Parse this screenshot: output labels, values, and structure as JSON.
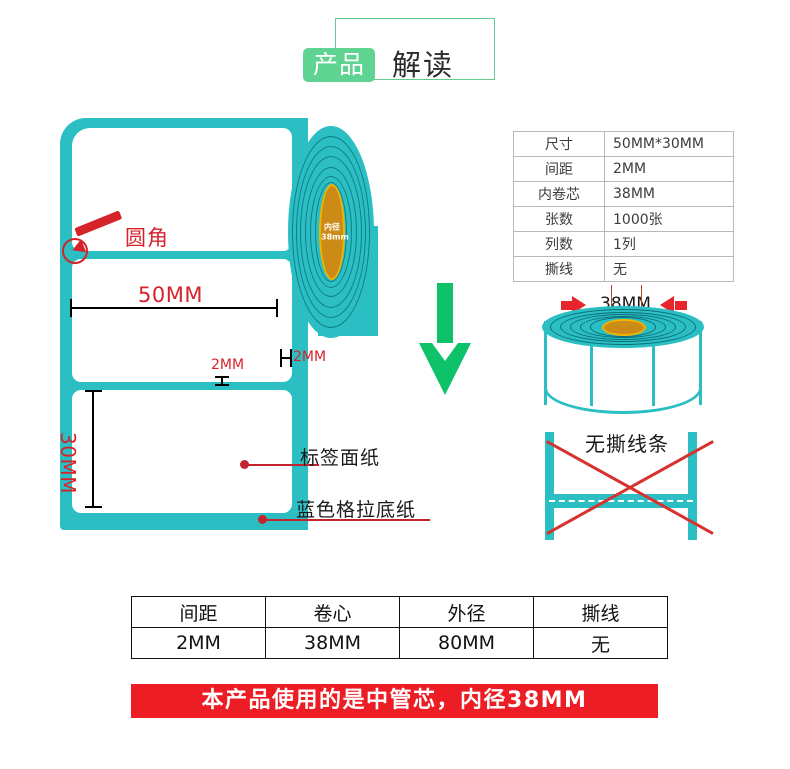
{
  "header": {
    "badge": "产品",
    "title": "解读",
    "badge_color": "#5fd392",
    "frame_color": "#63c98f"
  },
  "label_diagram": {
    "corner_label": "圆角",
    "width_label": "50MM",
    "height_label": "30MM",
    "gap_label_horizontal": "2MM",
    "gap_label_vertical": "2MM",
    "core_line1": "内径",
    "core_line2": "38mm",
    "annotation_face": "标签面纸",
    "annotation_liner": "蓝色格拉底纸",
    "material_color": "#2bbfc4",
    "accent_color": "#d6232b"
  },
  "flow_arrow": {
    "direction": "down",
    "color": "#0ec26a"
  },
  "spec_table": {
    "rows": [
      {
        "key": "尺寸",
        "value": "50MM*30MM"
      },
      {
        "key": "间距",
        "value": "2MM"
      },
      {
        "key": "内卷芯",
        "value": "38MM"
      },
      {
        "key": "张数",
        "value": "1000张"
      },
      {
        "key": "列数",
        "value": "1列"
      },
      {
        "key": "撕线",
        "value": "无"
      }
    ]
  },
  "roll_illustration": {
    "core_label": "38MM",
    "arrow_color": "#e8252c"
  },
  "no_tear_section": {
    "label": "无撕线条",
    "cross_color": "#d6322f"
  },
  "summary_table": {
    "headers": [
      "间距",
      "卷心",
      "外径",
      "撕线"
    ],
    "values": [
      "2MM",
      "38MM",
      "80MM",
      "无"
    ]
  },
  "banner": {
    "text": "本产品使用的是中管芯，内径38MM",
    "background": "#ec1d24"
  }
}
